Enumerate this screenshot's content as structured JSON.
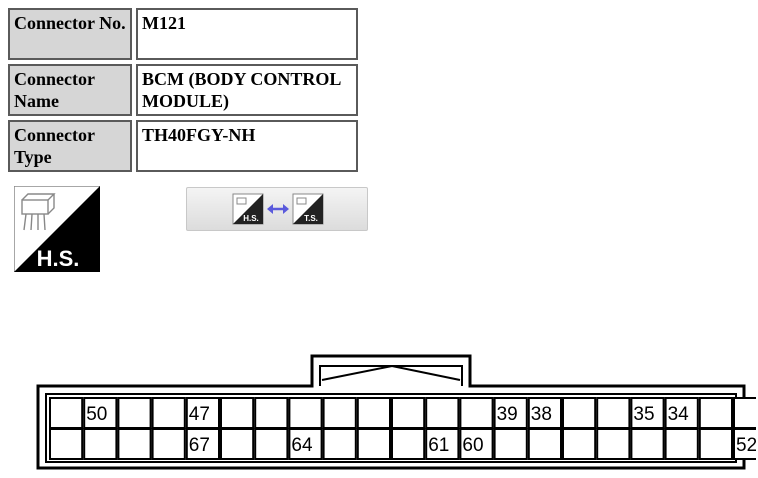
{
  "connector_info": {
    "rows": [
      {
        "label": "Connector No.",
        "value": "M121"
      },
      {
        "label": "Connector Name",
        "value": "BCM (BODY CONTROL MODULE)"
      },
      {
        "label": "Connector Type",
        "value": "TH40FGY-NH"
      }
    ]
  },
  "view_icon": {
    "text": "H.S.",
    "icon": "harness-side-icon"
  },
  "toggle_button": {
    "left_text": "H.S.",
    "right_text": "T.S.",
    "icon": "swap-view-icon",
    "arrow_color": "#5a5adc"
  },
  "connector": {
    "top_row": [
      "",
      "50",
      "",
      "",
      "47",
      "",
      "",
      "",
      "",
      "",
      "",
      "",
      "",
      "39",
      "38",
      "",
      "",
      "35",
      "34",
      "",
      ""
    ],
    "bottom_row": [
      "",
      "",
      "",
      "",
      "67",
      "",
      "",
      "64",
      "",
      "",
      "",
      "61",
      "60",
      "",
      "",
      "",
      "",
      "",
      "",
      "",
      "52"
    ]
  }
}
